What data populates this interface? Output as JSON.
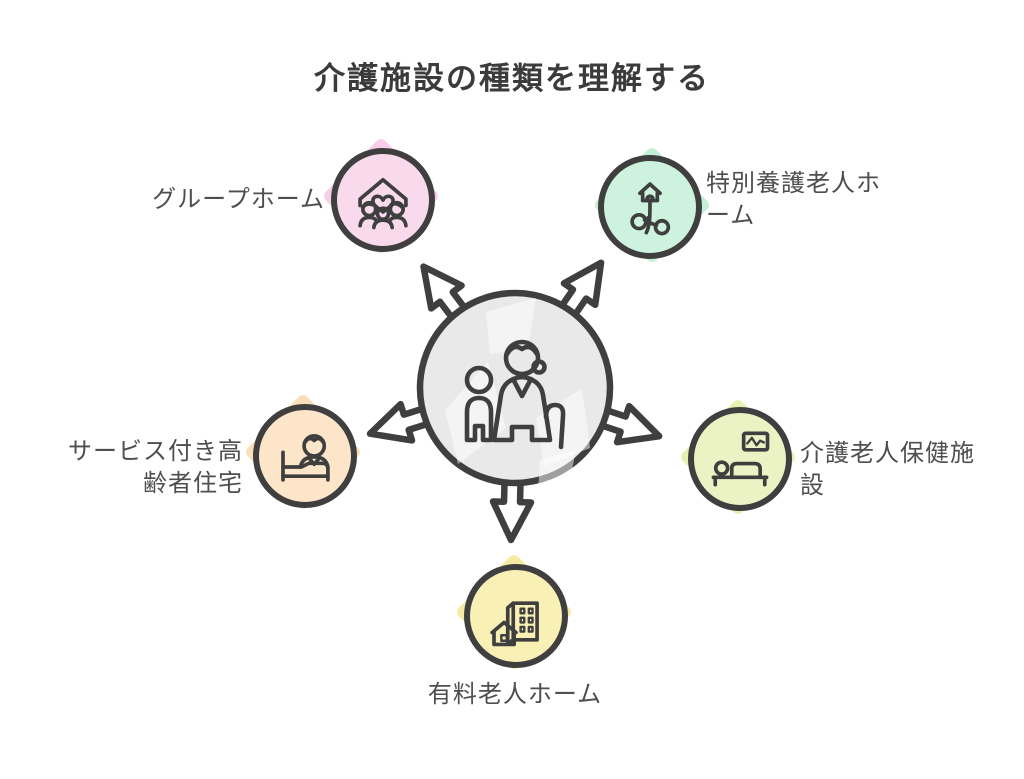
{
  "title": "介護施設の種類を理解する",
  "colors": {
    "ink": "#3f3f3f",
    "title_text": "#3b3b3b",
    "label_text": "#4e4e4e",
    "hub_fill": "#e9e9e9",
    "background": "#ffffff"
  },
  "hub": {
    "icon": "elderly-woman-and-child-icon",
    "arrow_directions": [
      "up-left",
      "up-right",
      "left",
      "right",
      "down"
    ]
  },
  "nodes": [
    {
      "id": "group-home",
      "label": "グループホーム",
      "label_lines": [
        "グループホーム"
      ],
      "icon": "house-heart-family-icon",
      "circle_color": "#f9d9ec",
      "diamond_color": "#f7cde7",
      "position": "top-left"
    },
    {
      "id": "special-nursing-home",
      "label": "特別養護老人ホーム",
      "label_lines": [
        "特別養護老人ホ",
        "ーム"
      ],
      "icon": "house-sprout-icon",
      "circle_color": "#cdf3de",
      "diamond_color": "#c3efd6",
      "position": "top-right"
    },
    {
      "id": "service-senior-housing",
      "label": "サービス付き高齢者住宅",
      "label_lines": [
        "サービス付き高",
        "齢者住宅"
      ],
      "icon": "caregiver-bed-icon",
      "circle_color": "#fce5c8",
      "diamond_color": "#fadeb8",
      "position": "left"
    },
    {
      "id": "care-health-facility",
      "label": "介護老人保健施設",
      "label_lines": [
        "介護老人保健施",
        "設"
      ],
      "icon": "patient-in-bed-icon",
      "circle_color": "#ebf3c4",
      "diamond_color": "#e6f0b0",
      "position": "right"
    },
    {
      "id": "paid-nursing-home",
      "label": "有料老人ホーム",
      "label_lines": [
        "有料老人ホーム"
      ],
      "icon": "buildings-icon",
      "circle_color": "#f9f0b6",
      "diamond_color": "#f6eba2",
      "position": "bottom"
    }
  ]
}
